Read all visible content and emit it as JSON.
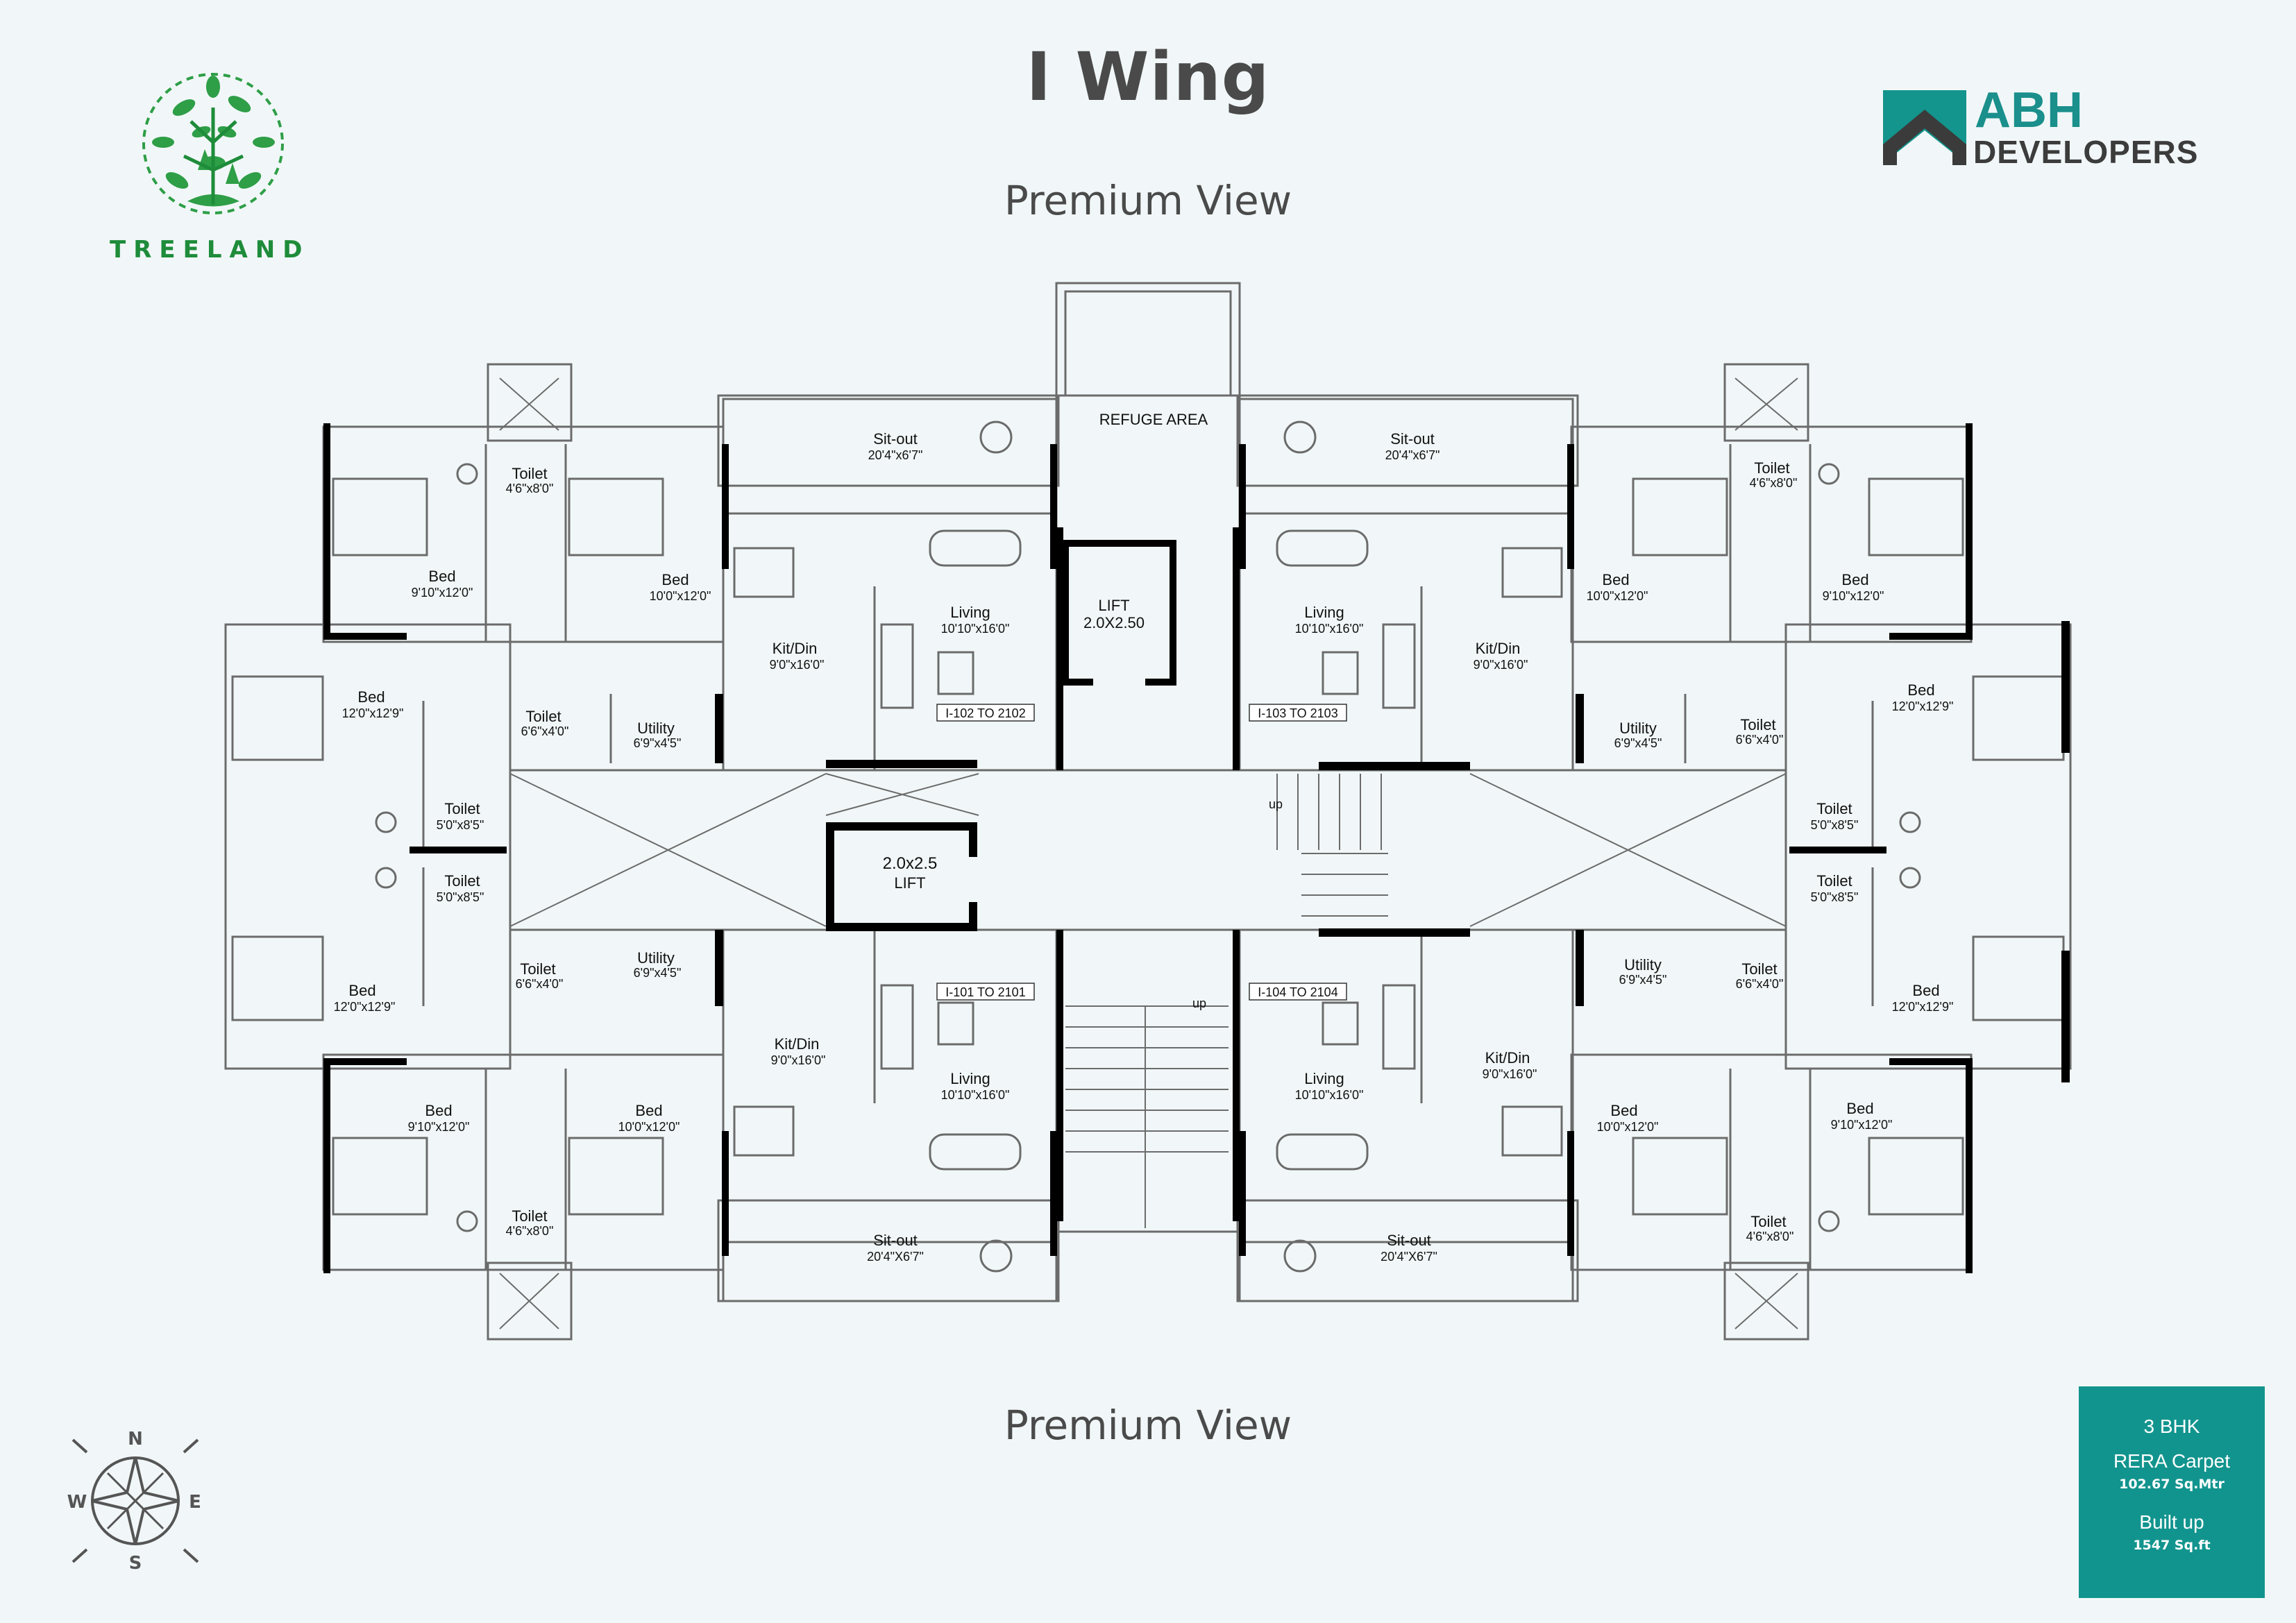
{
  "header": {
    "title": "I Wing",
    "view_top": "Premium View",
    "view_bottom": "Premium View"
  },
  "brand_left": {
    "name": "TREELAND",
    "logo_icon": "tree-emblem-icon"
  },
  "brand_right": {
    "name": "ABH",
    "sub": "DEVELOPERS",
    "logo_icon": "house-roof-icon"
  },
  "colors": {
    "brand_teal": "#12948e",
    "treeland_green": "#1e8c3a",
    "background": "#f1f7f8"
  },
  "plan": {
    "refuge": "REFUGE AREA",
    "lift_top": {
      "name": "LIFT",
      "size": "2.0X2.50"
    },
    "lift_center": {
      "size": "2.0x2.5",
      "name": "LIFT"
    },
    "stair_up": "up",
    "units": {
      "tl": "I-102 TO 2102",
      "tr": "I-103 TO 2103",
      "bl": "I-101 TO 2101",
      "br": "I-104 TO 2104"
    },
    "rooms": {
      "sitout": "Sit-out",
      "sitout_top_dim": "20'4\"x6'7\"",
      "sitout_bottom_dim": "20'4\"X6'7\"",
      "living": "Living",
      "living_dim": "10'10\"x16'0\"",
      "kitdin": "Kit/Din",
      "kitdin_dim": "9'0\"x16'0\"",
      "bed": "Bed",
      "bed_a_dim": "9'10\"x12'0\"",
      "bed_b_dim": "10'0\"x12'0\"",
      "bed_c_dim": "12'0\"x12'9\"",
      "toilet": "Toilet",
      "toilet_a_dim": "4'6\"x8'0\"",
      "toilet_b_dim": "6'6\"x4'0\"",
      "toilet_c_dim": "5'0\"x8'5\"",
      "utility": "Utility",
      "utility_dim": "6'9\"x4'5\""
    }
  },
  "unit_info": {
    "type": "3 BHK",
    "carpet_label": "RERA Carpet",
    "carpet_value": "102.67 Sq.Mtr",
    "builtup_label": "Built up",
    "builtup_value": "1547 Sq.ft"
  },
  "compass": {
    "n": "N",
    "s": "S",
    "e": "E",
    "w": "W",
    "icon": "compass-rose-icon"
  }
}
